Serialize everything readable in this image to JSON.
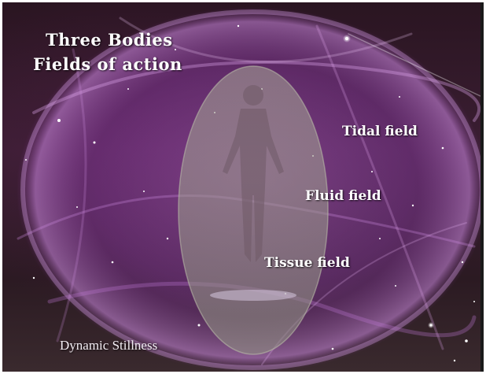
{
  "title": {
    "line1": "Three Bodies",
    "line2": "Fields of action"
  },
  "fields": {
    "tidal": "Tidal field",
    "fluid": "Fluid field",
    "tissue": "Tissue field"
  },
  "footer": "Dynamic Stillness",
  "colors": {
    "sphere": "#b05ac8",
    "ellipse_fill": "#9a9a8a",
    "text": "#ffffff"
  }
}
